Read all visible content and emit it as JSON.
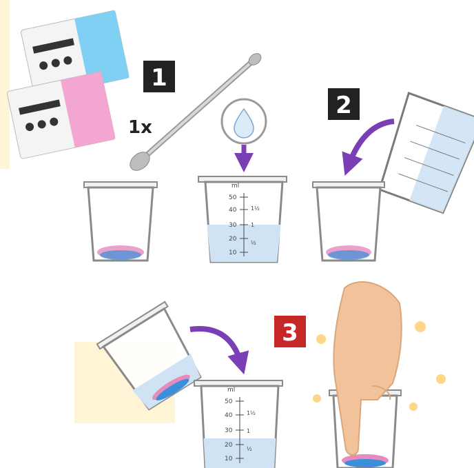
{
  "steps": [
    {
      "number": "1",
      "badge_color": "#222222"
    },
    {
      "number": "2",
      "badge_color": "#222222"
    },
    {
      "number": "3",
      "badge_color": "#c62828"
    }
  ],
  "scoop_count": "1x",
  "measuring_cup": {
    "unit": "ml",
    "ticks": [
      "50",
      "40",
      "30",
      "20",
      "10"
    ],
    "fraction_marks": [
      "1½",
      "1",
      "½"
    ]
  },
  "measuring_cup_small": {
    "unit": "ml",
    "ticks": [
      "50",
      "40",
      "30",
      "20",
      "10"
    ],
    "fraction_marks": [
      "1½",
      "1",
      "½"
    ]
  },
  "icons": [
    "powder-sachet-blue",
    "powder-sachet-pink",
    "measuring-spoon",
    "water-drop-icon",
    "arrow-down-icon",
    "pour-arrow-icon",
    "finger-icon",
    "sparkle-icon"
  ],
  "colors": {
    "arrow": "#7b3fb5",
    "water": "#cfe3f5",
    "powder_pink": "#e58bc0",
    "powder_blue": "#3a8fd8",
    "skin": "#f2c39b",
    "highlight": "#fff4d6"
  }
}
